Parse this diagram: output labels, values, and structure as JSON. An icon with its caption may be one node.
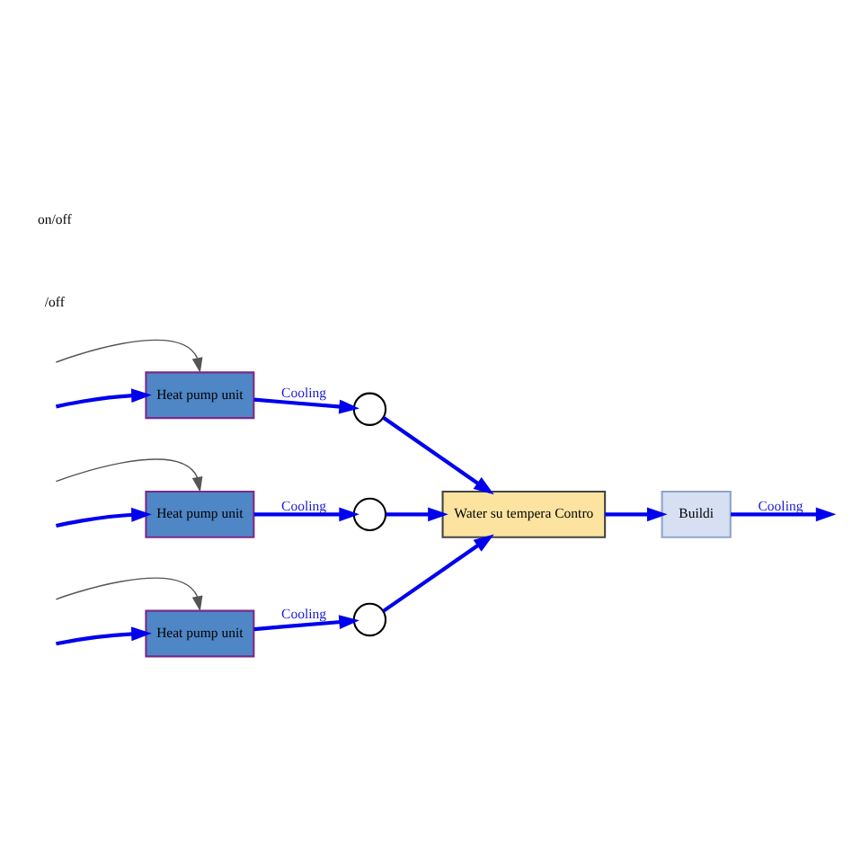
{
  "diagram": {
    "nodes": [
      {
        "text": [
          "Heat pump unit"
        ]
      },
      {
        "text": [
          "Heat pump unit"
        ]
      },
      {
        "text": [
          "Heat pump unit"
        ]
      },
      {
        "text": [],
        "shape": "circle"
      },
      {
        "text": [],
        "shape": "circle"
      },
      {
        "text": [],
        "shape": "circle"
      },
      {
        "text": [
          "Water su tempera Contro"
        ]
      },
      {
        "text": [
          "Buildi"
        ]
      }
    ],
    "edges": [
      {
        "from": null,
        "to": 0,
        "arrow": "to",
        "color": "#555555"
      },
      {
        "from": null,
        "to": 1,
        "arrow": "to",
        "color": "#555555"
      },
      {
        "from": null,
        "to": 2,
        "arrow": "to",
        "color": "#555555"
      },
      {
        "from": null,
        "to": 0,
        "arrow": "to"
      },
      {
        "from": null,
        "to": 1,
        "arrow": "to"
      },
      {
        "from": null,
        "to": 2,
        "arrow": "to"
      },
      {
        "from": 0,
        "to": 3,
        "arrow": "to",
        "label": "Cooling"
      },
      {
        "from": 1,
        "to": 4,
        "arrow": "to",
        "label": "Cooling"
      },
      {
        "from": 2,
        "to": 5,
        "arrow": "to",
        "label": "Cooling"
      },
      {
        "from": 3,
        "to": 6,
        "arrow": "to"
      },
      {
        "from": 4,
        "to": 6,
        "arrow": "to"
      },
      {
        "from": 5,
        "to": 6,
        "arrow": "to"
      },
      {
        "from": 6,
        "to": 7,
        "arrow": "to"
      },
      {
        "from": 7,
        "to": null,
        "arrow": "to",
        "label": "Cooling"
      }
    ],
    "labels": [
      "/off",
      "on/off"
    ]
  }
}
